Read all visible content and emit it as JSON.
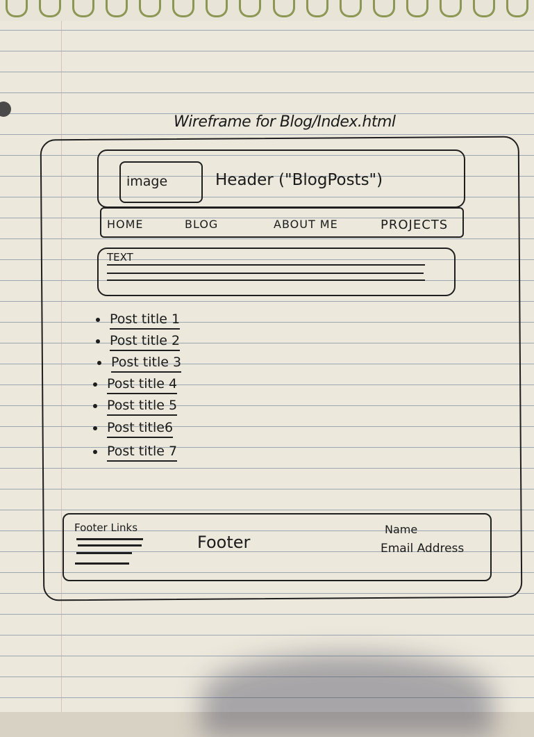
{
  "title": "Wireframe for Blog/Index.html",
  "header": {
    "image_label": "image",
    "label": "Header (\"BlogPosts\")"
  },
  "nav": {
    "items": [
      "HOME",
      "BLOG",
      "ABOUT ME",
      "PROJECTS"
    ]
  },
  "intro": {
    "label": "TEXT"
  },
  "posts": [
    "Post title 1",
    "Post title 2",
    "Post title 3",
    "Post title 4",
    "Post title 5",
    "Post title6",
    "Post title 7"
  ],
  "footer": {
    "links_label": "Footer Links",
    "label": "Footer",
    "name_label": "Name",
    "email_label": "Email Address"
  }
}
